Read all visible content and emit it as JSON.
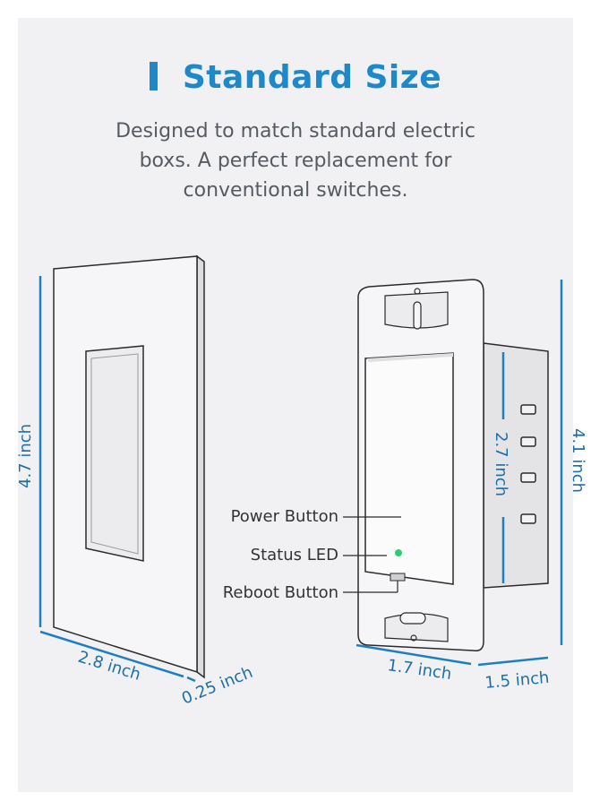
{
  "title": "Standard Size",
  "subtitle_lines": [
    "Designed to match standard electric",
    "boxs. A perfect replacement for",
    "conventional switches."
  ],
  "dimensions": {
    "plate_height": "4.7 inch",
    "plate_width": "2.8 inch",
    "plate_depth": "0.25 inch",
    "switch_height": "4.1 inch",
    "switch_inner_height": "2.7 inch",
    "switch_width": "1.7 inch",
    "switch_depth": "1.5 inch"
  },
  "parts": {
    "power_button": "Power Button",
    "status_led": "Status LED",
    "reboot_button": "Reboot Button"
  },
  "colors": {
    "accent": "#1e88c9",
    "dimension_line": "#1e7fc0",
    "led": "#2ecc71",
    "background": "#f1f1f3"
  },
  "icons": [
    "title-bar-icon"
  ]
}
